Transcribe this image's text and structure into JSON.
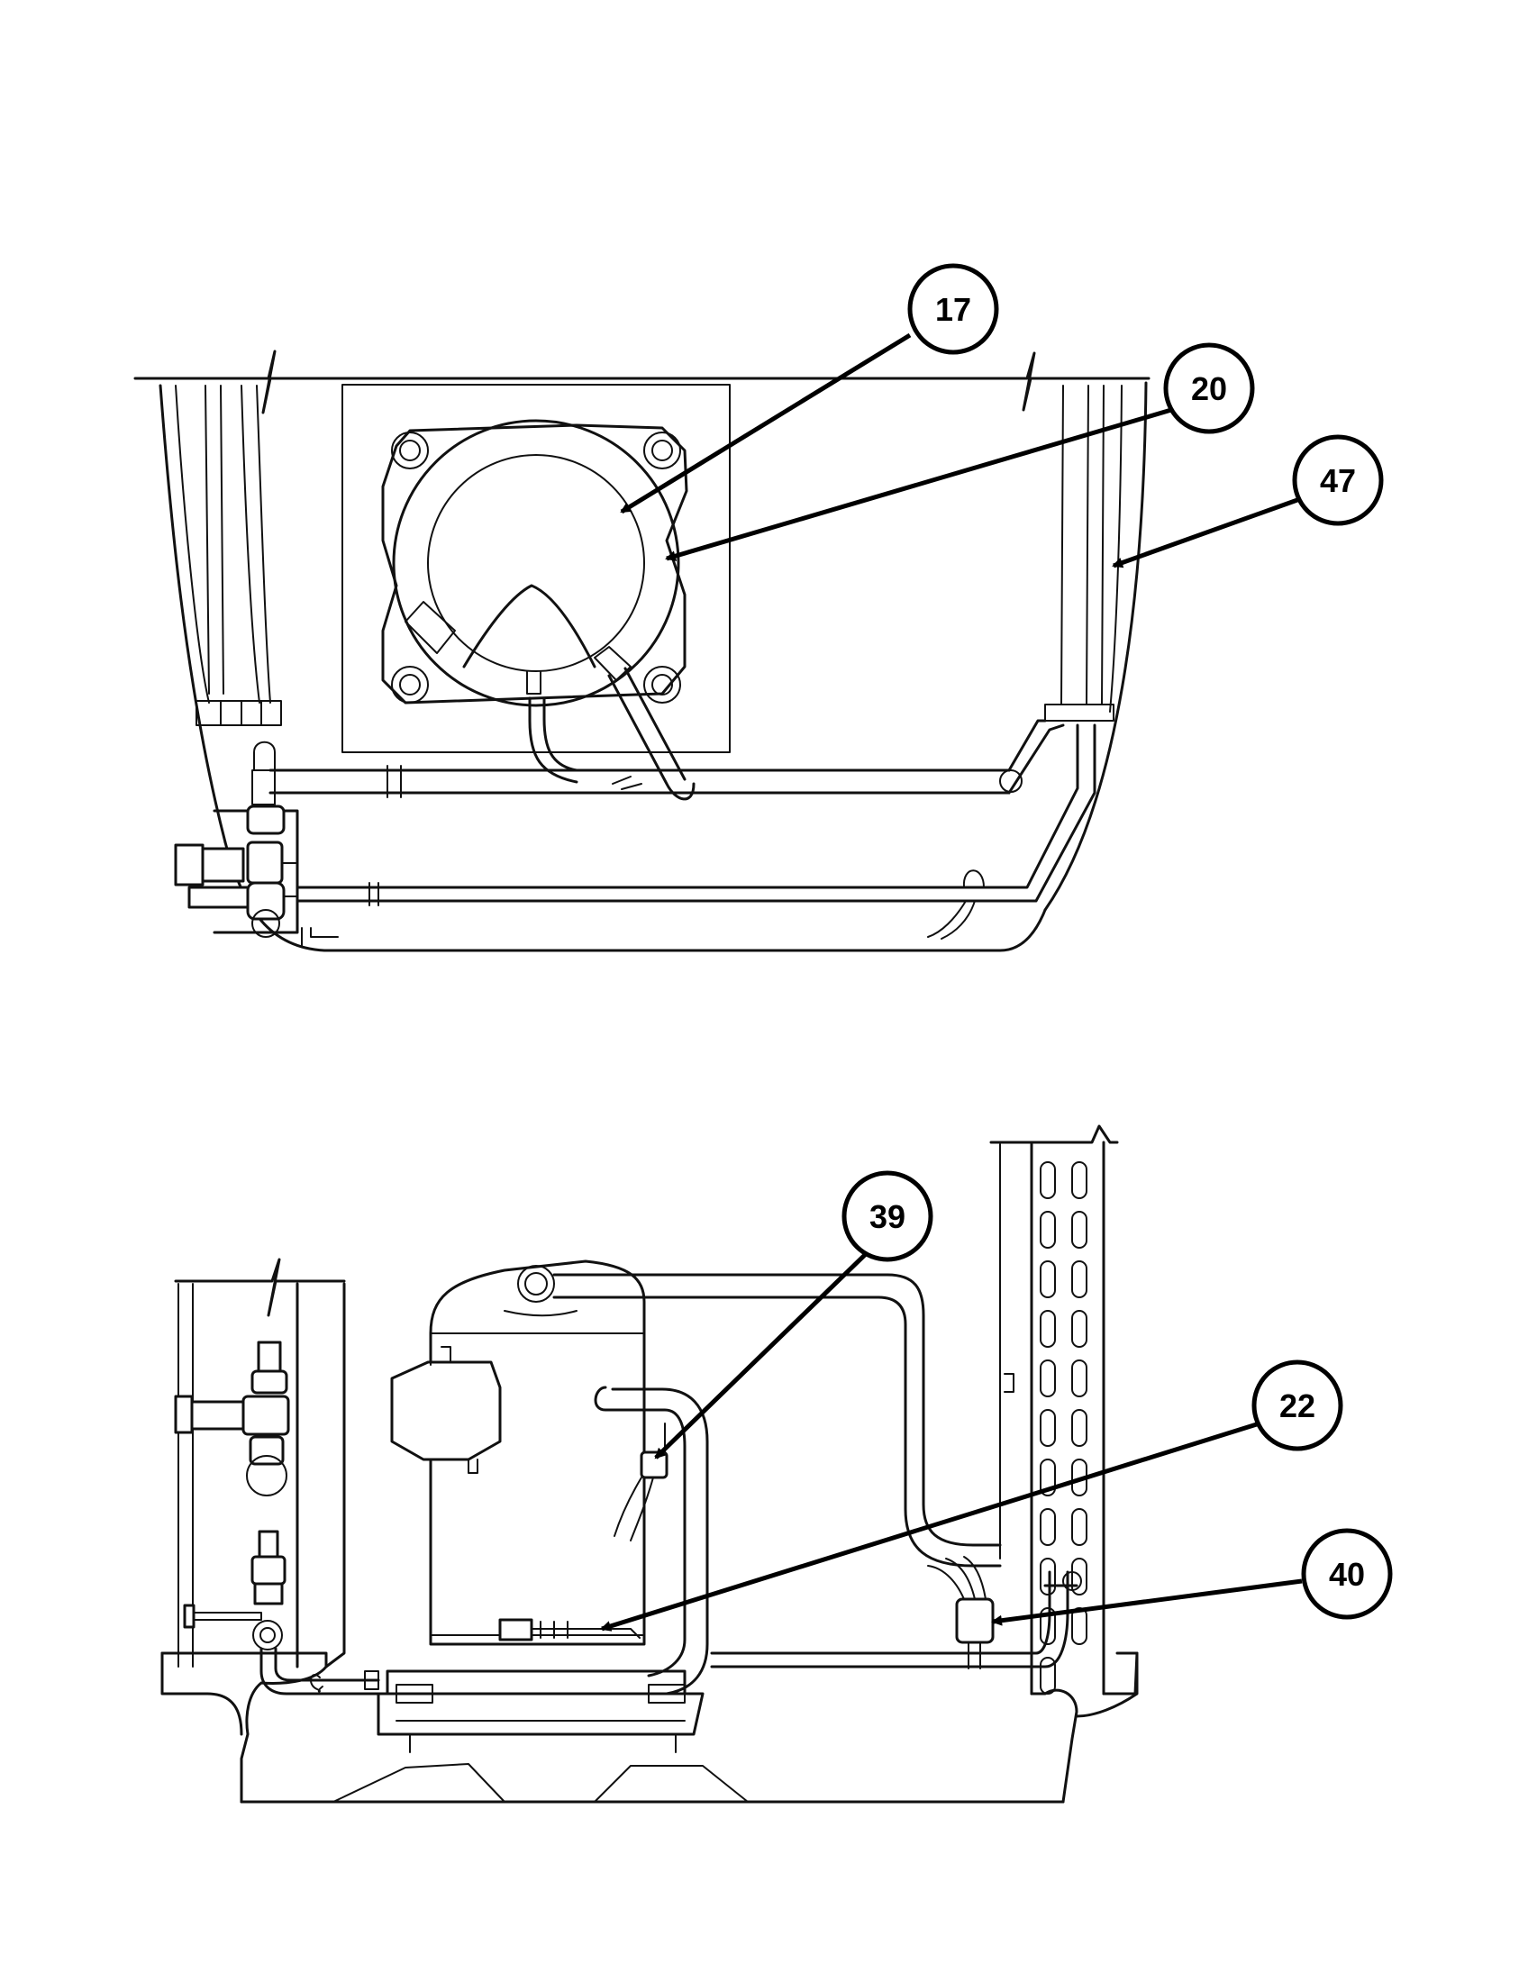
{
  "callouts": {
    "top_1": {
      "label": "17"
    },
    "top_2": {
      "label": "20"
    },
    "top_3": {
      "label": "47"
    },
    "bottom_1": {
      "label": "39"
    },
    "bottom_2": {
      "label": "22"
    },
    "bottom_3": {
      "label": "40"
    }
  }
}
